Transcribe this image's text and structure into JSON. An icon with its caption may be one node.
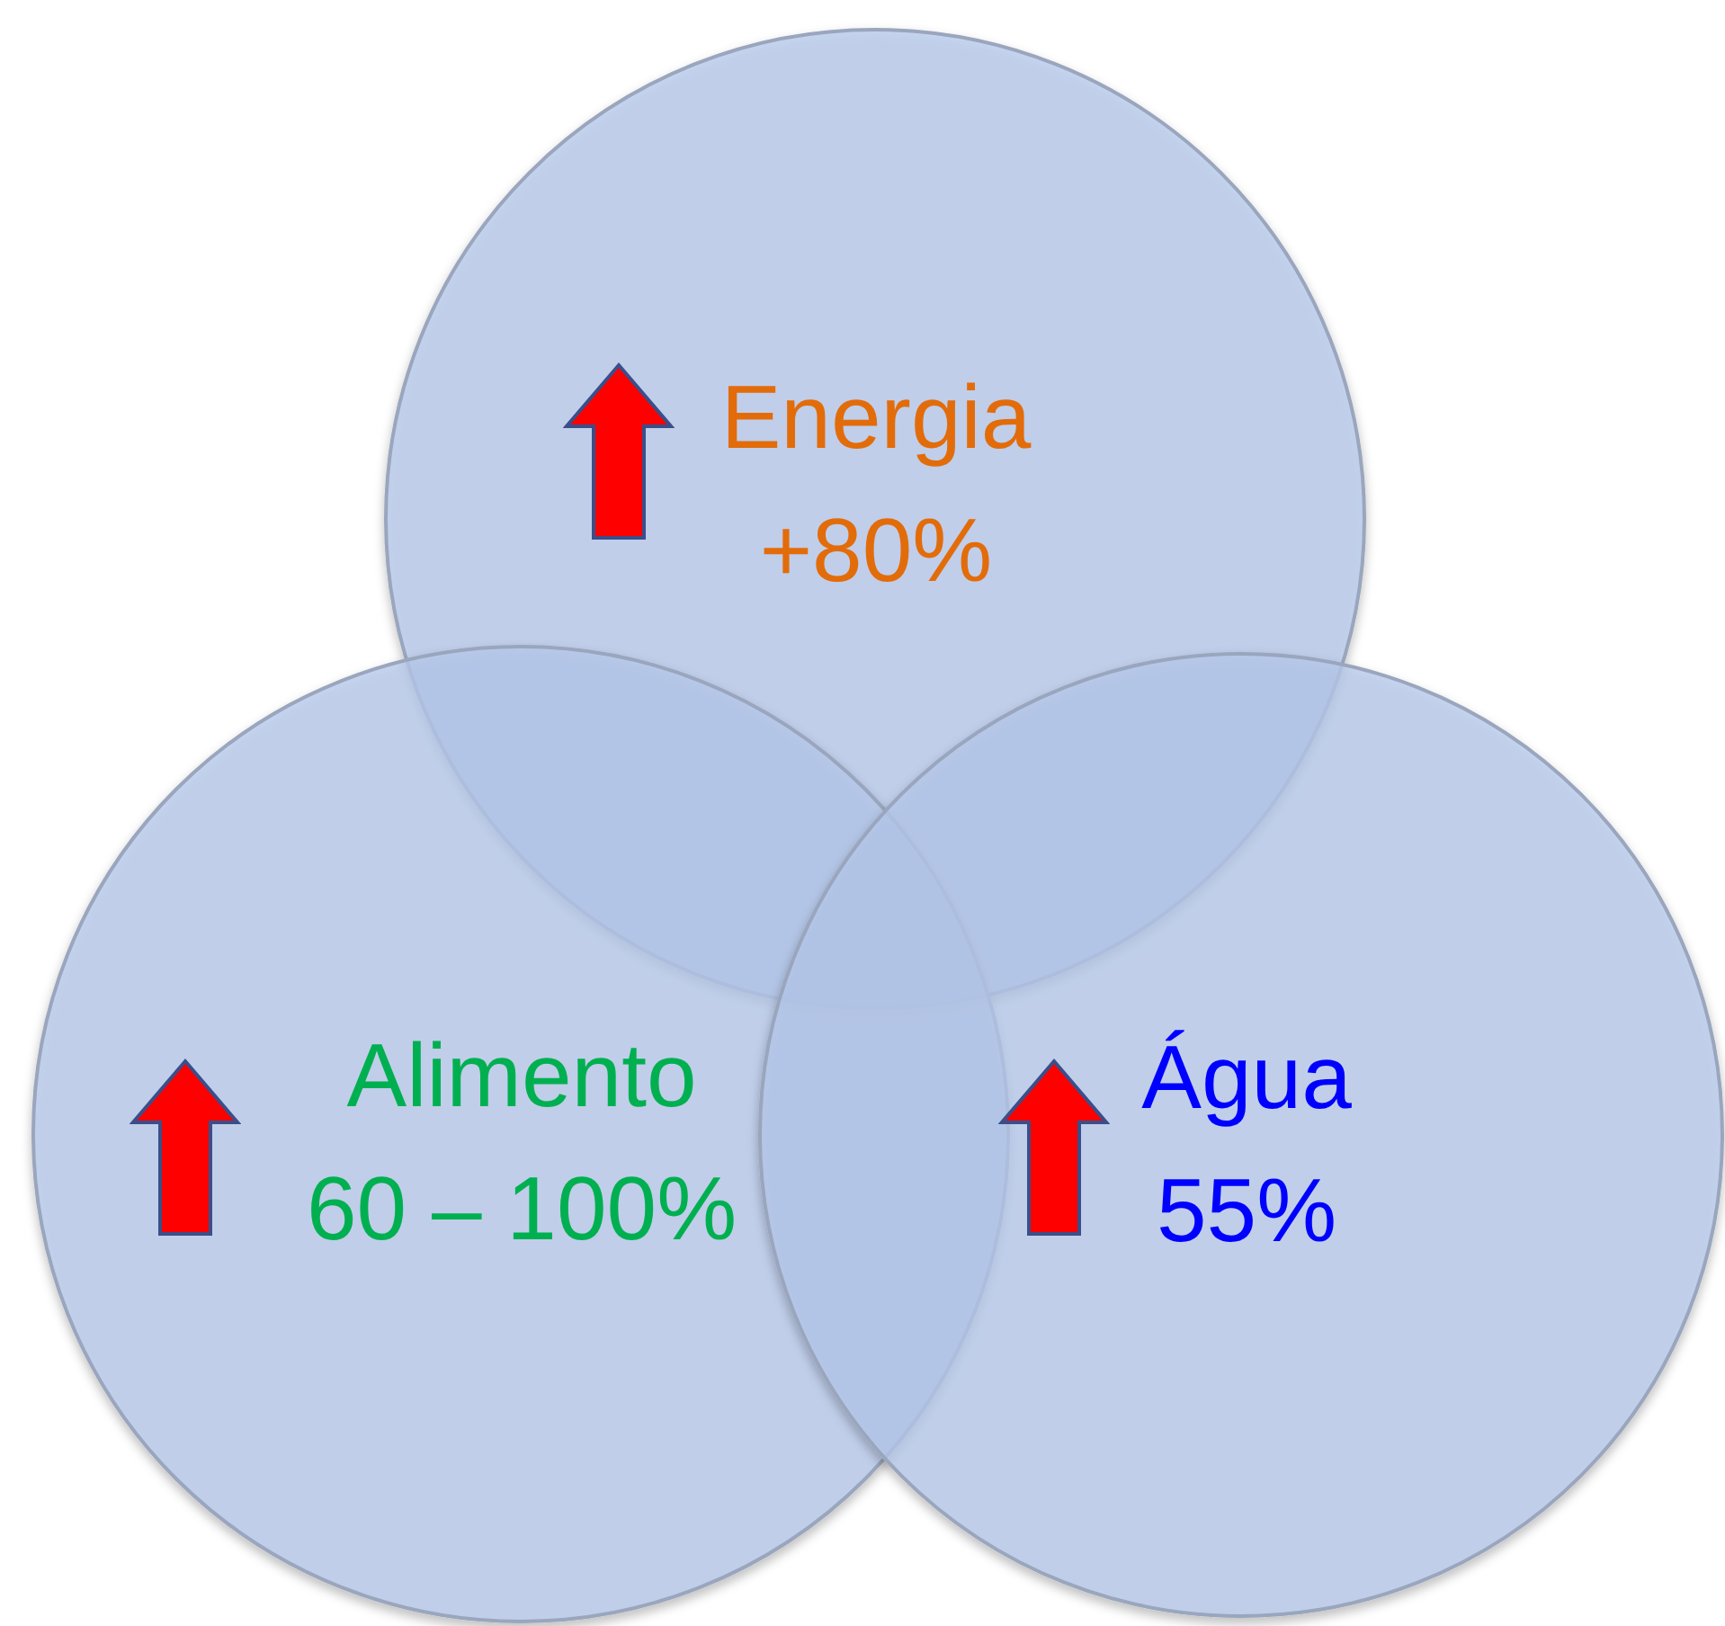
{
  "diagram": {
    "nodes": [
      {
        "text": [
          "Energia",
          "+80%"
        ]
      },
      {
        "text": [
          "Alimento",
          "60 – 100%"
        ]
      },
      {
        "text": [
          "Água",
          "55%"
        ]
      }
    ],
    "edges": []
  }
}
